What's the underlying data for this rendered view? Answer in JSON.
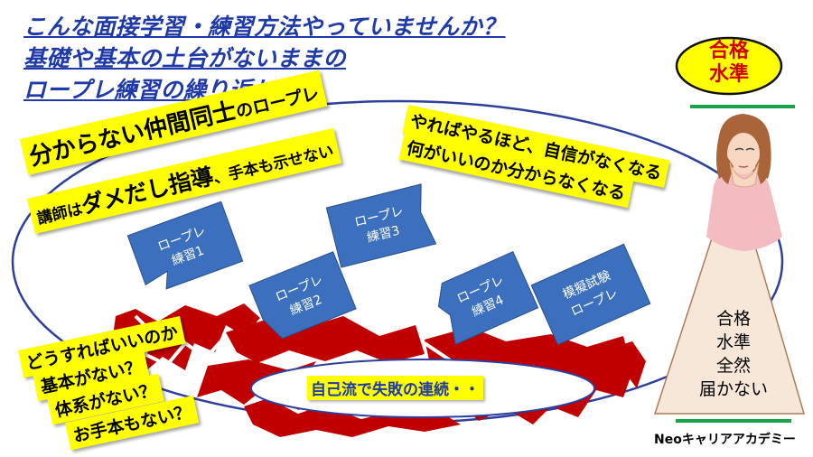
{
  "title": {
    "line1": "こんな面接学習・練習方法やっていませんか？",
    "line2": "基礎や基本の土台がないままの",
    "line3": "ロープレ練習の繰り返し"
  },
  "badge": {
    "line1": "合格",
    "line2": "水準"
  },
  "notes": {
    "peer_a": "分からない仲間同士",
    "peer_b": "のロープレ",
    "teacher_a": "講師は",
    "teacher_b": "ダメだし指導",
    "teacher_c": "、手本も示せない",
    "confidence_1": "やればやるほど、自信がなくなる",
    "confidence_2": "何がいいのか分からなくなる"
  },
  "roleplays": [
    {
      "line1": "ロープレ",
      "line2": "練習1"
    },
    {
      "line1": "ロープレ",
      "line2": "練習2"
    },
    {
      "line1": "ロープレ",
      "line2": "練習3"
    },
    {
      "line1": "ロープレ",
      "line2": "練習4"
    },
    {
      "line1": "模擬試験",
      "line2": "ロープレ"
    }
  ],
  "questions": {
    "q1": "どうすればいいのか",
    "q2": "基本がない？",
    "q3": "体系がない？",
    "q4": "お手本もない？"
  },
  "failure": "自己流で失敗の連続・・",
  "pyramid": {
    "line1": "合格",
    "line2": "水準",
    "line3": "全然",
    "line4": "届かない"
  },
  "brand": "Neoキャリアアカデミー",
  "colors": {
    "title_blue": "#1f3aa8",
    "box_blue": "#3c6fbe",
    "crack_red": "#c00000",
    "highlight_yellow": "#ffff00",
    "ellipse_blue": "#2e3f9c",
    "green_line": "#19a34a"
  }
}
